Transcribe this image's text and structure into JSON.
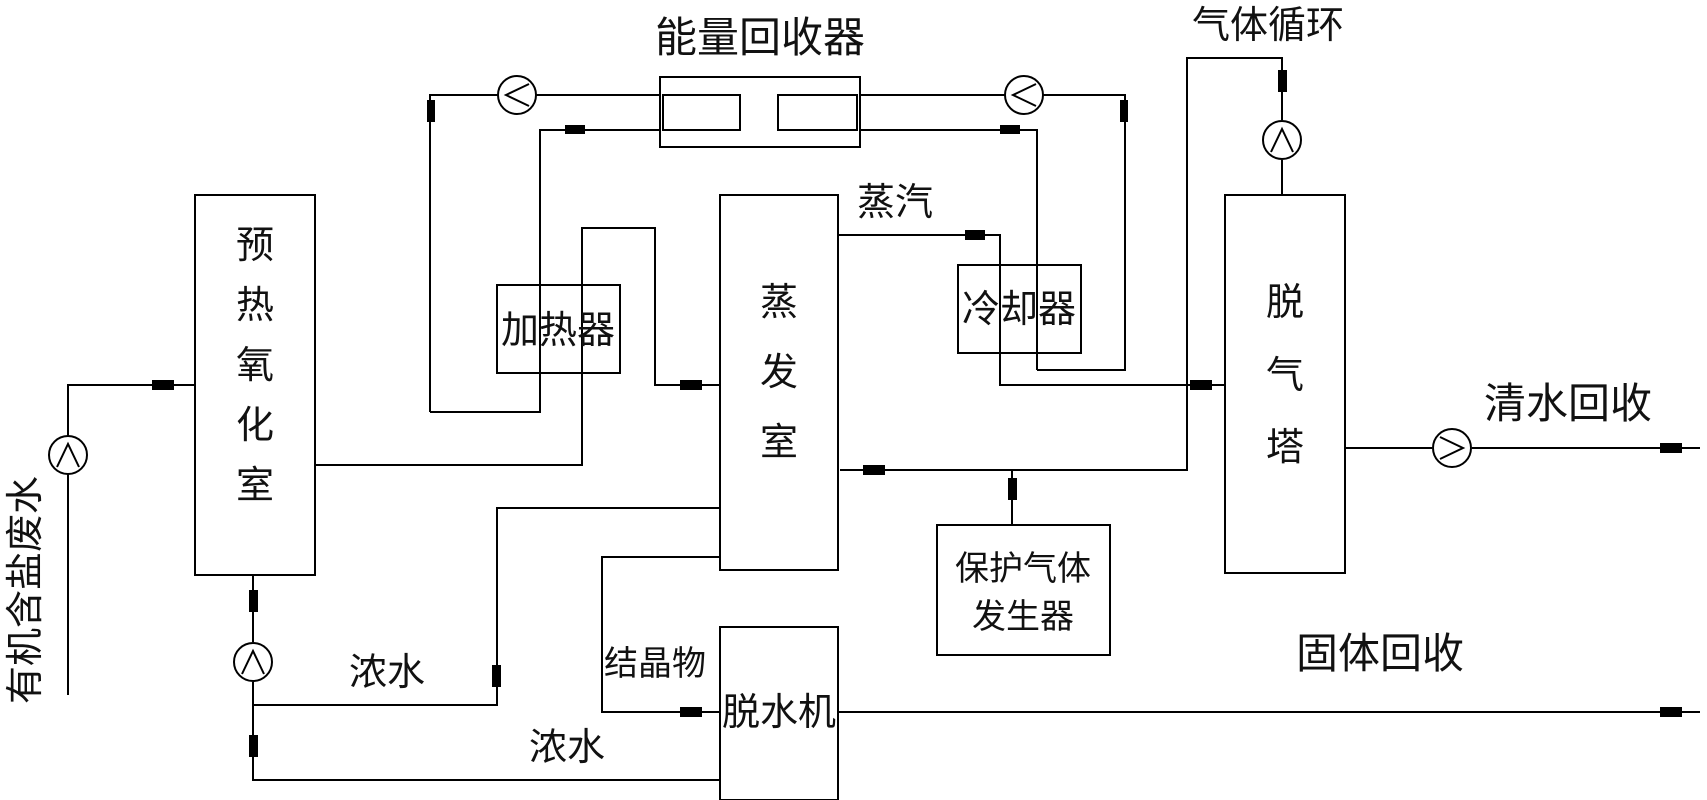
{
  "labels": {
    "energy_recovery": "能量回收器",
    "gas_circulation": "气体循环",
    "steam": "蒸汽",
    "clean_water_recovery": "清水回收",
    "solid_recovery": "固体回收",
    "crystals": "结晶物",
    "concentrate_upper": "浓水",
    "concentrate_lower": "浓水",
    "feed_text": "有机含盐废水"
  },
  "units": {
    "preheat_oxidation": [
      "预",
      "热",
      "氧",
      "化",
      "室"
    ],
    "heater": "加热器",
    "evaporation": [
      "蒸",
      "发",
      "室"
    ],
    "cooler": "冷却器",
    "degasser": [
      "脱",
      "气",
      "塔"
    ],
    "protective_gas_line1": "保护气体",
    "protective_gas_line2": "发生器",
    "dewatering": "脱水机"
  }
}
